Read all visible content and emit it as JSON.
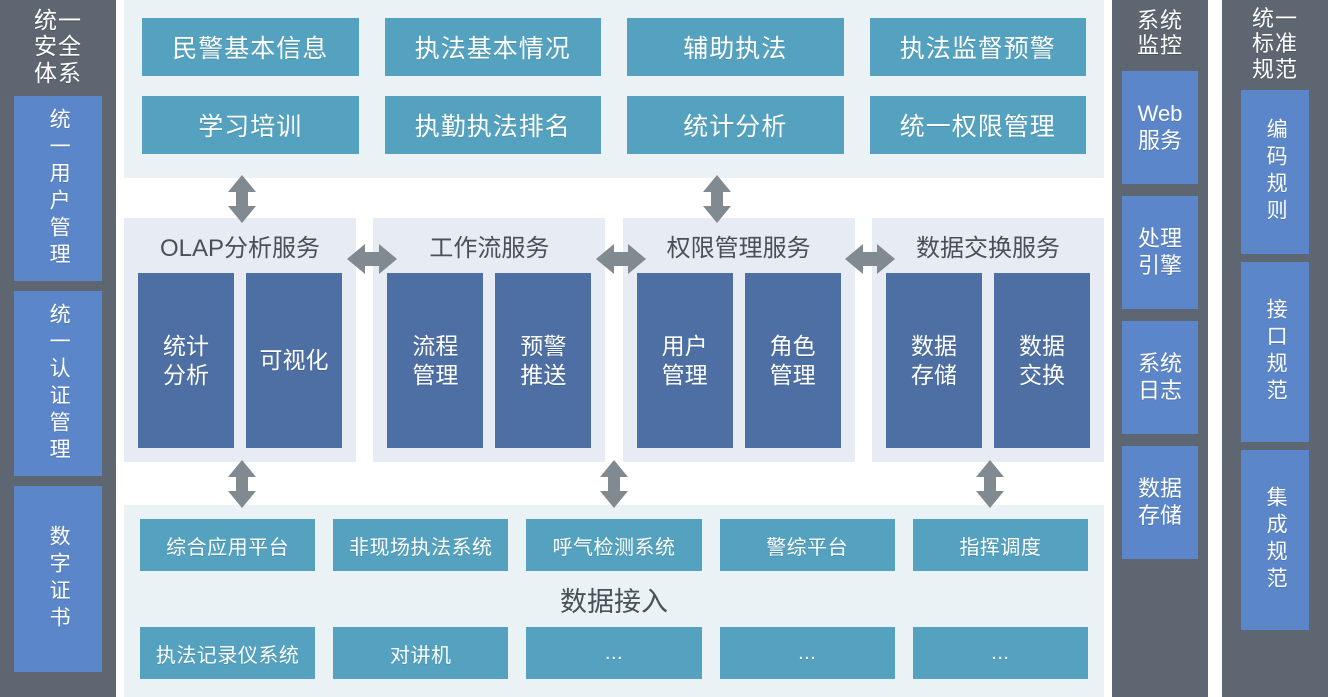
{
  "left_column": {
    "title": "统一\n安全\n体系",
    "boxes": [
      {
        "label": "统一用户管理"
      },
      {
        "label": "统一认证管理"
      },
      {
        "label": "数字证书"
      }
    ]
  },
  "monitor_column": {
    "title": "系统\n监控",
    "boxes": [
      {
        "label": "Web\n服务"
      },
      {
        "label": "处理\n引擎"
      },
      {
        "label": "系统\n日志"
      },
      {
        "label": "数据\n存储"
      }
    ]
  },
  "standards_column": {
    "title": "统一\n标准\n规范",
    "boxes": [
      {
        "label": "编码规则"
      },
      {
        "label": "接口规范"
      },
      {
        "label": "集成规范"
      }
    ]
  },
  "application_layer": {
    "boxes": [
      {
        "label": "民警基本信息"
      },
      {
        "label": "执法基本情况"
      },
      {
        "label": "辅助执法"
      },
      {
        "label": "执法监督预警"
      },
      {
        "label": "学习培训"
      },
      {
        "label": "执勤执法排名"
      },
      {
        "label": "统计分析"
      },
      {
        "label": "统一权限管理"
      }
    ]
  },
  "service_layer": {
    "panels": [
      {
        "title": "OLAP分析服务",
        "items": [
          {
            "label": "统计\n分析"
          },
          {
            "label": "可视化"
          }
        ]
      },
      {
        "title": "工作流服务",
        "items": [
          {
            "label": "流程\n管理"
          },
          {
            "label": "预警\n推送"
          }
        ]
      },
      {
        "title": "权限管理服务",
        "items": [
          {
            "label": "用户\n管理"
          },
          {
            "label": "角色\n管理"
          }
        ]
      },
      {
        "title": "数据交换服务",
        "items": [
          {
            "label": "数据\n存储"
          },
          {
            "label": "数据\n交换"
          }
        ]
      }
    ]
  },
  "data_layer": {
    "caption": "数据接入",
    "row1": [
      {
        "label": "综合应用平台"
      },
      {
        "label": "非现场执法系统"
      },
      {
        "label": "呼气检测系统"
      },
      {
        "label": "警综平台"
      },
      {
        "label": "指挥调度"
      }
    ],
    "row2": [
      {
        "label": "执法记录仪系统"
      },
      {
        "label": "对讲机"
      },
      {
        "label": "..."
      },
      {
        "label": "..."
      },
      {
        "label": "..."
      }
    ]
  },
  "colors": {
    "sidebar_gray": "#5d6671",
    "sidebar_blue": "#5b86c9",
    "teal": "#54a2bf",
    "service_blue": "#4d6fa4",
    "panel_bg": "#e6ebf4",
    "band_bg": "#eaf2f5",
    "arrow_gray": "#808a90"
  }
}
